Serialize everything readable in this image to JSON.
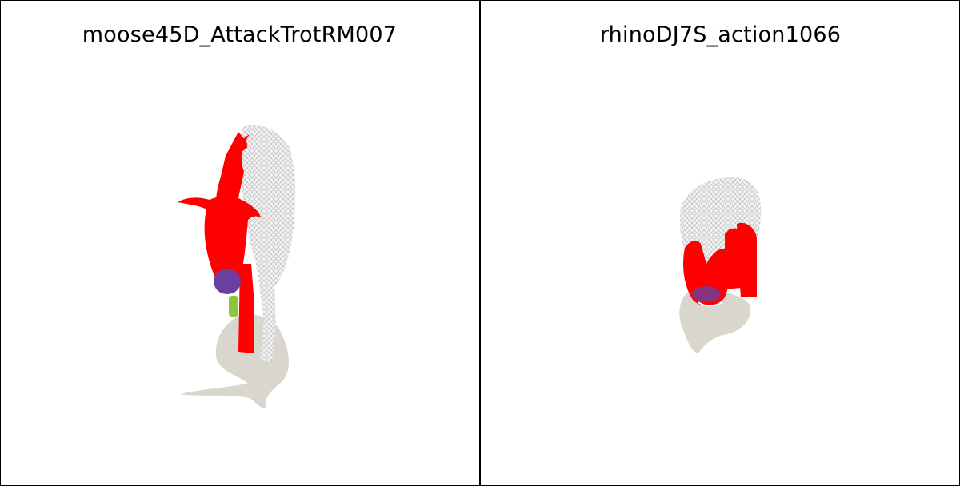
{
  "panels": [
    {
      "title": "moose45D_AttackTrotRM007",
      "figure": "moose-render"
    },
    {
      "title": "rhinoDJ7S_action1066",
      "figure": "rhino-render"
    }
  ],
  "colors": {
    "mesh_white": "#eeeeee",
    "mesh_red": "#ff0000",
    "shadow": "#d9d6cd",
    "accent_purple": "#6b3fa0",
    "accent_green": "#8cc63f"
  }
}
